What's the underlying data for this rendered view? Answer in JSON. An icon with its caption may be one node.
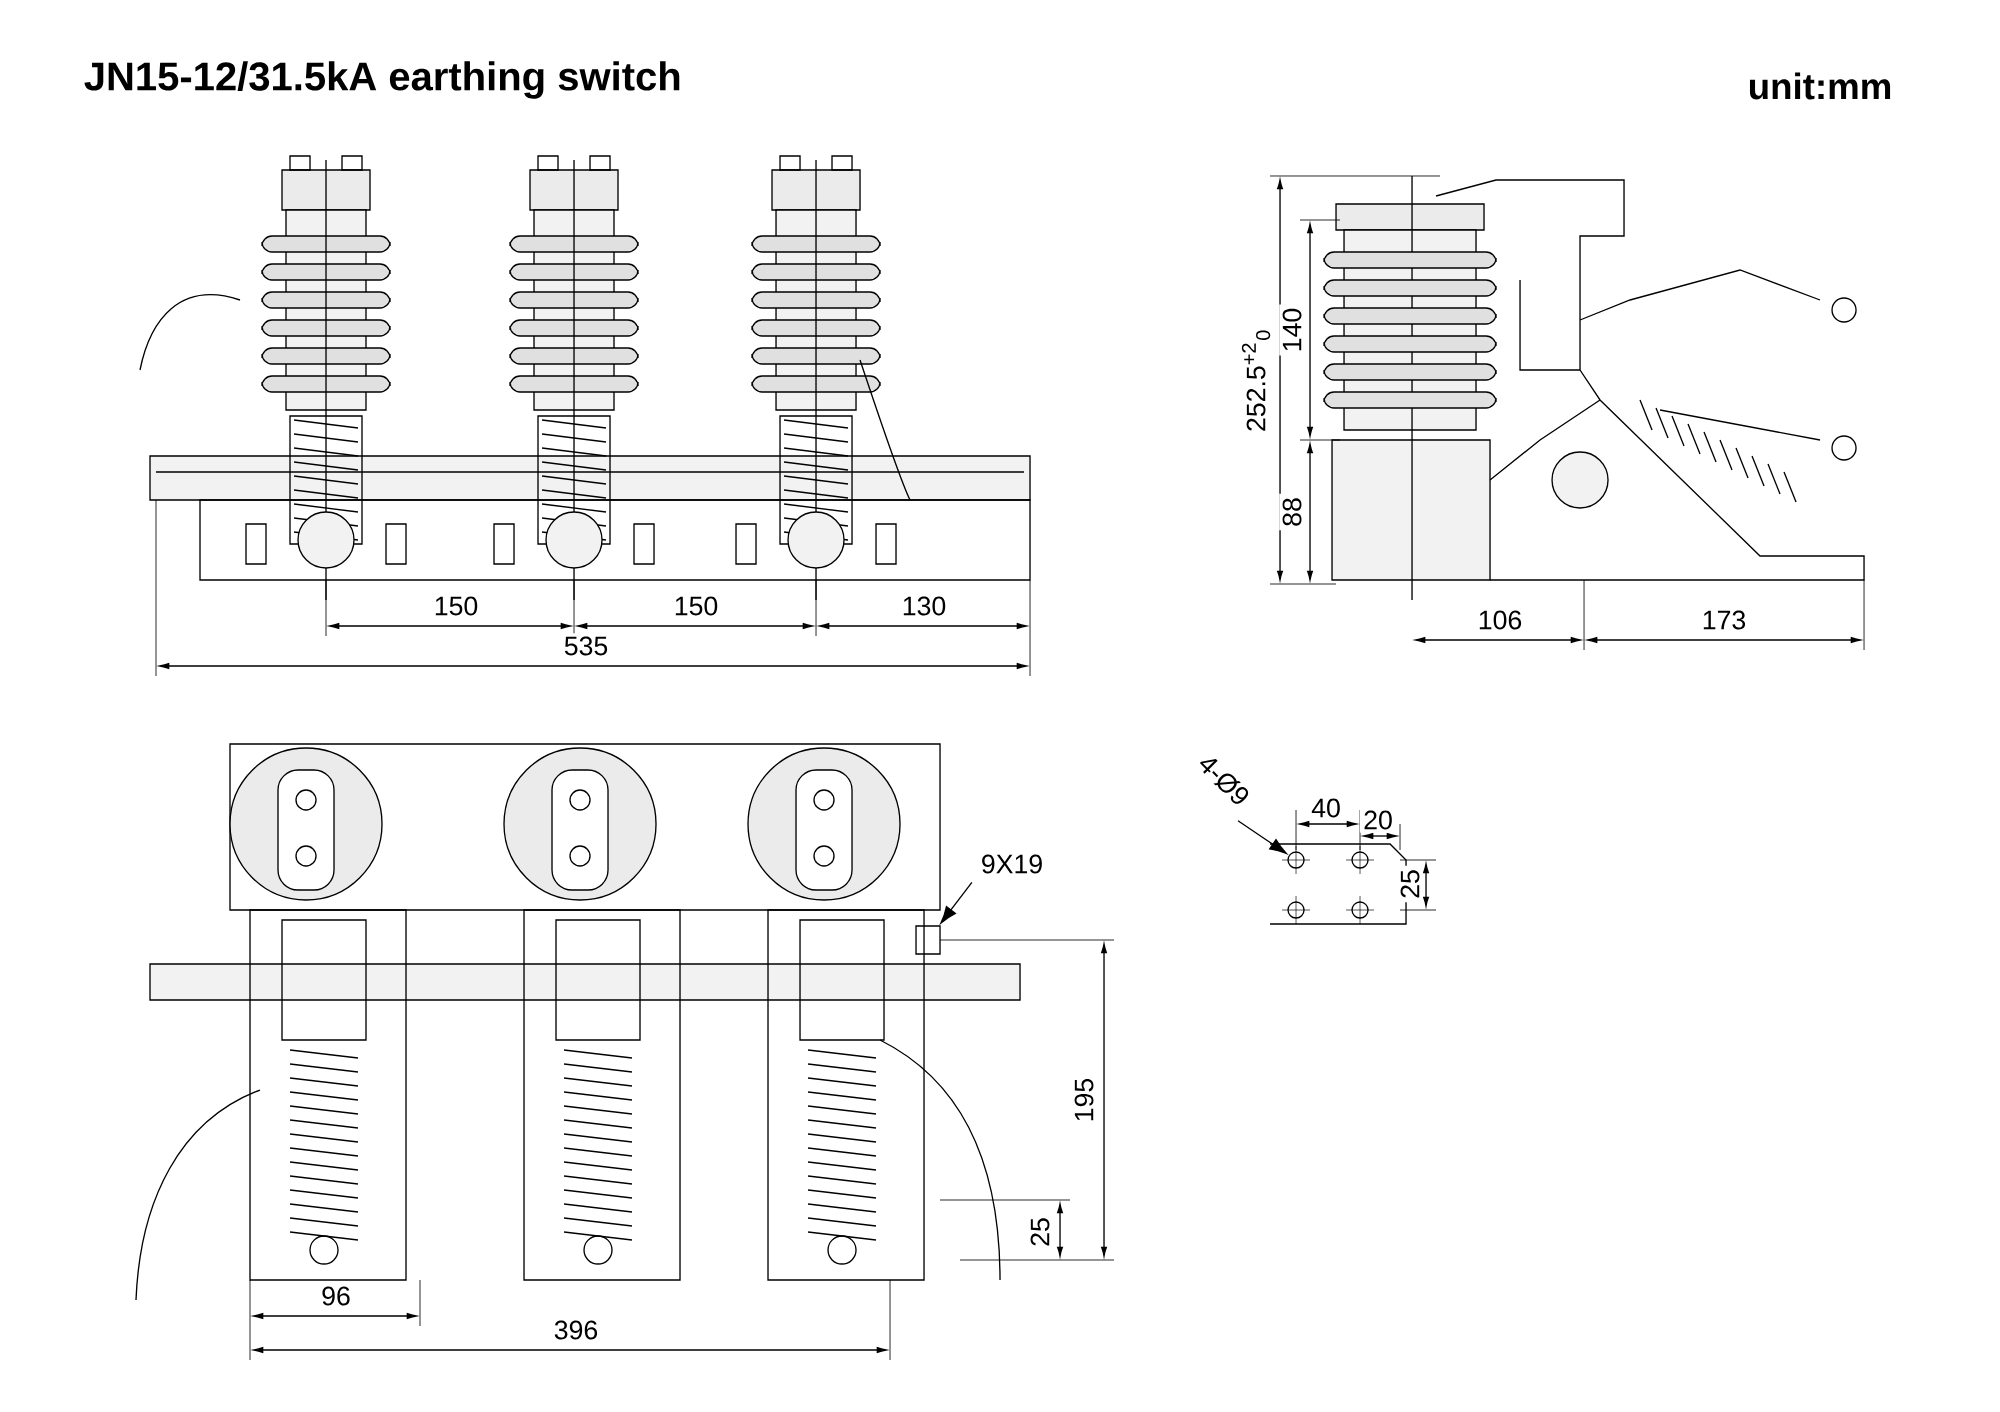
{
  "diagram": {
    "title": "JN15-12/31.5kA earthing switch",
    "nodes": [
      {
        "text": [
          "4-Ø9"
        ]
      },
      {
        "text": [
          "9X19"
        ]
      },
      {
        "text": [],
        "shape": "circle"
      },
      {
        "text": [],
        "shape": "box"
      }
    ],
    "edges": [
      {
        "from": 0,
        "to": 2,
        "arrow": "to"
      },
      {
        "from": 1,
        "to": 3,
        "arrow": "to"
      }
    ],
    "labels": [
      "unit:mm",
      "150",
      "150",
      "130",
      "535",
      "252.5$^{+2}$$_{0}$",
      "140",
      "88",
      "106",
      "173",
      "40",
      "20",
      "25",
      "195",
      "25",
      "96",
      "396"
    ]
  }
}
